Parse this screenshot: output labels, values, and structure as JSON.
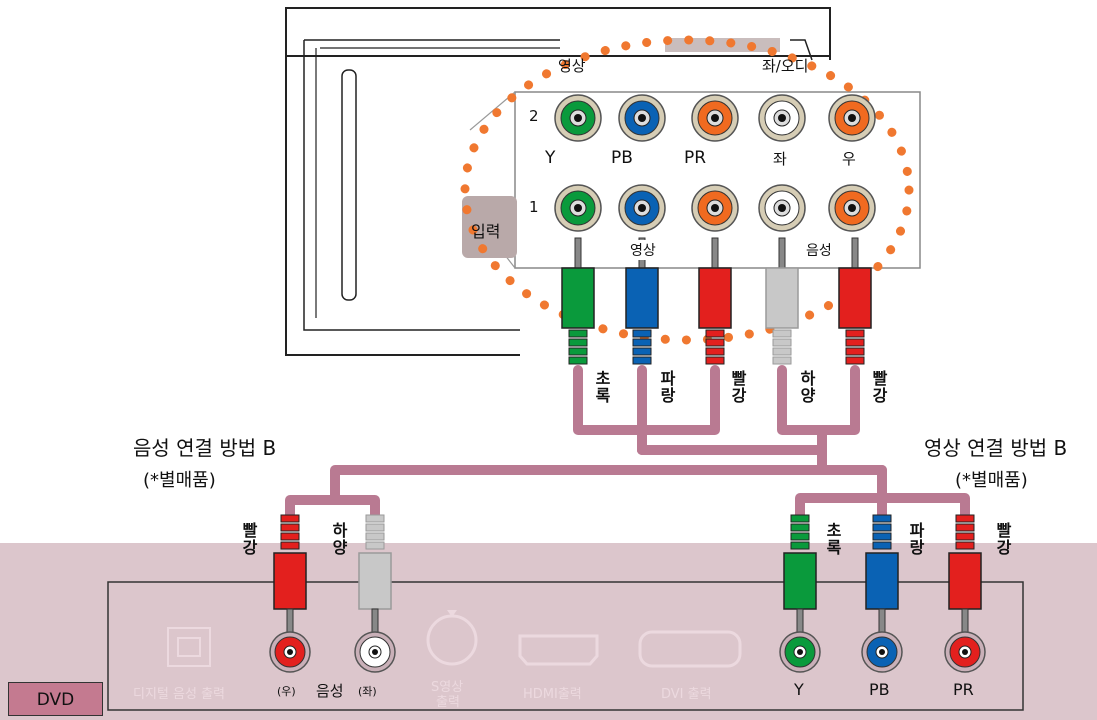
{
  "tv_panel": {
    "title_video": "영상",
    "title_audio": "좌/오디",
    "row2_label": "2",
    "row1_label": "1",
    "input_label": "입력",
    "col_labels": [
      "Y",
      "PB",
      "PR",
      "좌",
      "우"
    ],
    "bottom_video": "영상",
    "bottom_audio": "음성"
  },
  "cable_labels": [
    "초록",
    "파랑",
    "빨강",
    "하양",
    "빨강"
  ],
  "method_left": {
    "title": "음성 연결 방법 B",
    "note": "(*별매품)"
  },
  "method_right": {
    "title": "영상 연결 방법 B",
    "note": "(*별매품)"
  },
  "dvd_plug_labels": [
    "빨강",
    "하양",
    "초록",
    "파랑",
    "빨강"
  ],
  "dvd_panel": {
    "badge": "DVD",
    "digital_audio": "디지털 음성 출력",
    "audio_right": "(우)",
    "audio_label": "음성",
    "audio_left": "(좌)",
    "s_video_line1": "S영상",
    "s_video_line2": "출력",
    "hdmi": "HDMI출력",
    "dvi": "DVI 출력",
    "y": "Y",
    "pb": "PB",
    "pr": "PR"
  },
  "colors": {
    "green": "#0a9a3c",
    "blue": "#0a62b4",
    "red": "#e3201e",
    "white": "#c8c8c8",
    "orange_dots": "#f07830",
    "cable": "#b97a92",
    "dvd_bg": "#dcc6cc",
    "badge_bg": "#c47a90"
  }
}
